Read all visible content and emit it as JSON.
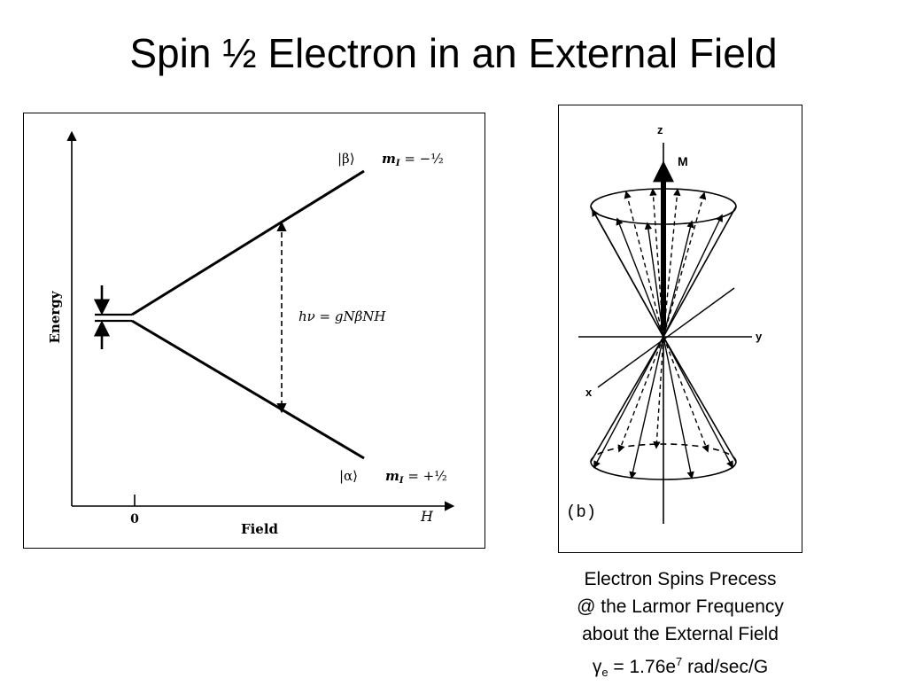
{
  "slide": {
    "title": "Spin ½ Electron in an External Field"
  },
  "energy_diagram": {
    "y_axis_label": "Energy",
    "x_axis_label": "Field",
    "x_axis_symbol": "H",
    "zero_tick": "0",
    "upper_state": {
      "ket": "|β⟩",
      "m_label": "mI = −½",
      "m_sym": "m",
      "m_sub": "I",
      "m_val": " = −½"
    },
    "lower_state": {
      "ket": "|α⟩",
      "m_label": "mI = +½",
      "m_sym": "m",
      "m_sub": "I",
      "m_val": " = +½"
    },
    "transition_label": "hν = gNβNH"
  },
  "precession_diagram": {
    "z_label": "z",
    "m_label": "M",
    "y_label": "y",
    "x_label": "x",
    "panel_label": "(b)"
  },
  "caption": {
    "line1": "Electron Spins Precess",
    "line2": "@ the Larmor Frequency",
    "line3": "about the External Field",
    "gamma_symbol": "γ",
    "gamma_sub": "e",
    "equals_value": " = 1.76e",
    "exponent": "7",
    "units": " rad/sec/G"
  }
}
